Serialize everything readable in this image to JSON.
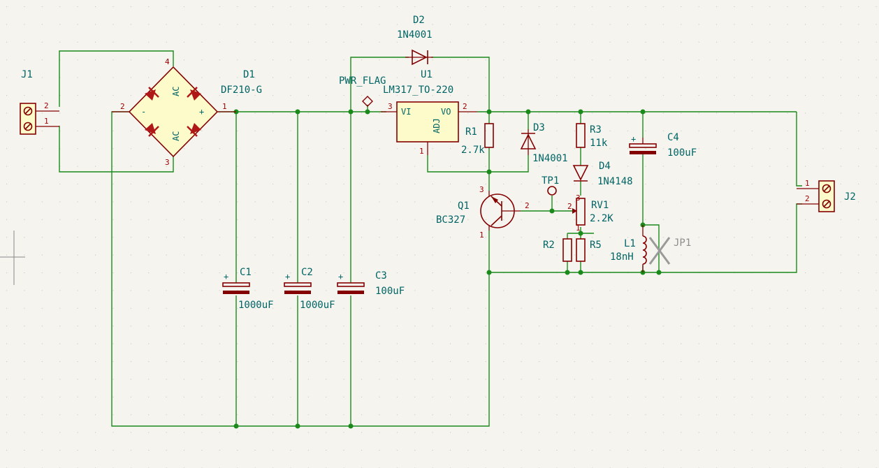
{
  "colors": {
    "background": "#f5f4ef",
    "wire": "#1a8a1a",
    "component_body": "#840000",
    "component_fill": "#fdfbca",
    "label_text": "#006464",
    "pin_number": "#a00000",
    "grid": "#c9c9c0"
  },
  "components": {
    "J1": {
      "ref": "J1",
      "pins": [
        "2",
        "1"
      ]
    },
    "D1": {
      "ref": "D1",
      "value": "DF210-G",
      "pins": [
        "4",
        "2",
        "1",
        "3"
      ],
      "labels": [
        "AC",
        "AC",
        "-",
        "+"
      ]
    },
    "D2": {
      "ref": "D2",
      "value": "1N4001"
    },
    "PWR": {
      "ref": "PWR_FLAG"
    },
    "U1": {
      "ref": "U1",
      "value": "LM317_TO-220",
      "pins": [
        "3",
        "2",
        "1"
      ],
      "pin_names": [
        "VI",
        "VO",
        "ADJ"
      ]
    },
    "R1": {
      "ref": "R1",
      "value": "2.7k"
    },
    "D3": {
      "ref": "D3",
      "value": "1N4001"
    },
    "R3": {
      "ref": "R3",
      "value": "11k"
    },
    "D4": {
      "ref": "D4",
      "value": "1N4148"
    },
    "C4": {
      "ref": "C4",
      "value": "100uF",
      "polarity": "+"
    },
    "J2": {
      "ref": "J2",
      "pins": [
        "1",
        "2"
      ]
    },
    "TP1": {
      "ref": "TP1"
    },
    "Q1": {
      "ref": "Q1",
      "value": "BC327",
      "pins": [
        "3",
        "2",
        "1"
      ]
    },
    "RV1": {
      "ref": "RV1",
      "value": "2.2K",
      "pins": [
        "3",
        "2",
        "1"
      ]
    },
    "R2": {
      "ref": "R2"
    },
    "R5": {
      "ref": "R5"
    },
    "L1": {
      "ref": "L1",
      "value": "18nH"
    },
    "JP1": {
      "ref": "JP1"
    },
    "C1": {
      "ref": "C1",
      "value": "1000uF",
      "polarity": "+"
    },
    "C2": {
      "ref": "C2",
      "value": "1000uF",
      "polarity": "+"
    },
    "C3": {
      "ref": "C3",
      "value": "100uF",
      "polarity": "+"
    }
  }
}
